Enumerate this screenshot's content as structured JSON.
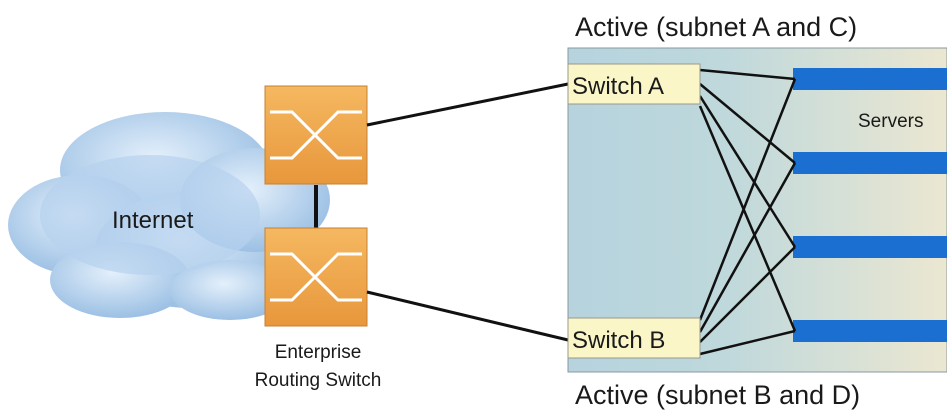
{
  "labels": {
    "internet": "Internet",
    "enterprise_line1": "Enterprise",
    "enterprise_line2": "Routing Switch",
    "active_top": "Active (subnet A and C)",
    "active_bottom": "Active (subnet B and D)",
    "switch_a": "Switch A",
    "switch_b": "Switch B",
    "servers": "Servers"
  },
  "colors": {
    "cloud": "#a9c8e8",
    "switch_fill": "#f0a850",
    "panel_left": "#b9d5de",
    "panel_right": "#e6e4d2",
    "server_bar": "#1b6fd0",
    "switch_box": "#fbf6c8",
    "line": "#111111"
  },
  "icons": {
    "routing_switch": "crossed-arrows-switch-icon"
  },
  "connections": [
    {
      "from": "Switch A",
      "to": "Server 1"
    },
    {
      "from": "Switch A",
      "to": "Server 2"
    },
    {
      "from": "Switch A",
      "to": "Server 3"
    },
    {
      "from": "Switch A",
      "to": "Server 4"
    },
    {
      "from": "Switch B",
      "to": "Server 1"
    },
    {
      "from": "Switch B",
      "to": "Server 2"
    },
    {
      "from": "Switch B",
      "to": "Server 3"
    },
    {
      "from": "Switch B",
      "to": "Server 4"
    }
  ]
}
